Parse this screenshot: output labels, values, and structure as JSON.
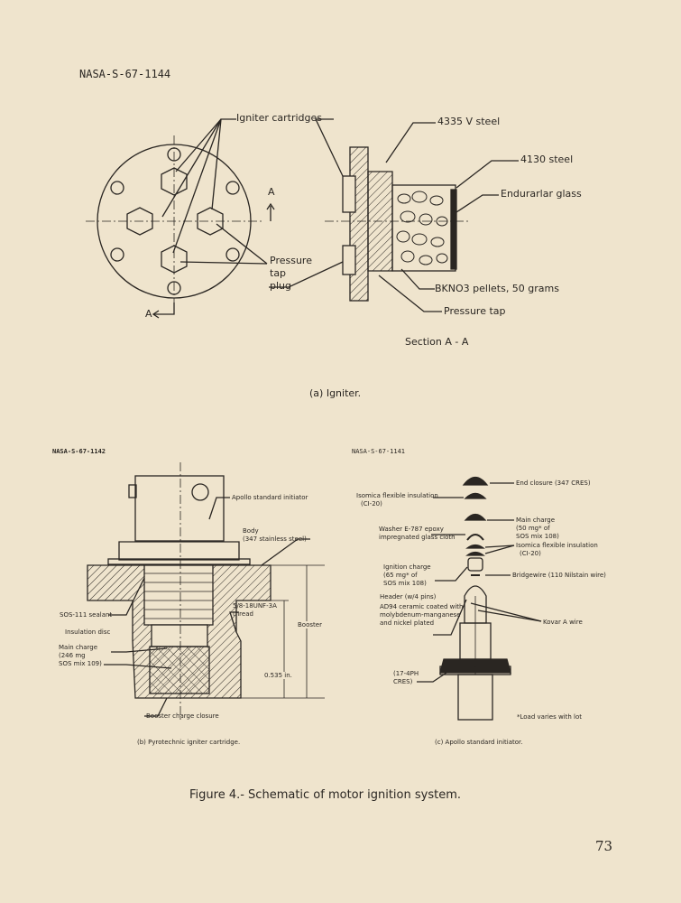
{
  "header": {
    "report_id_top": "NASA-S-67-1144",
    "report_id_b": "NASA-S-67-1142",
    "report_id_c": "NASA-S-67-1141"
  },
  "igniter": {
    "labels": {
      "igniter_cartridges": "Igniter cartridges",
      "steel_4335": "4335 V steel",
      "steel_4130": "4130 steel",
      "glass": "Endurarlar glass",
      "section_a_top": "A",
      "section_a_bottom": "A",
      "pressure_tap_plug_1": "Pressure",
      "pressure_tap_plug_2": "tap",
      "pressure_tap_plug_3": "plug",
      "pellets": "BKNO3 pellets, 50 grams",
      "pressure_tap": "Pressure tap",
      "section": "Section A - A"
    },
    "caption": "(a) Igniter."
  },
  "cartridge": {
    "labels": {
      "initiator": "Apollo standard initiator",
      "body_1": "Body",
      "body_2": "(347 stainless steel)",
      "sealant": "SOS-111 sealant",
      "thread_1": "5/8-18UNF-3A",
      "thread_2": "thread",
      "booster": "Booster",
      "insulation": "Insulation disc",
      "main_1": "Main charge",
      "main_2": "(246 mg",
      "main_3": "SOS mix 109)",
      "dimension": "0.535 in.",
      "closure": "Booster charge closure"
    },
    "caption": "(b) Pyrotechnic igniter cartridge."
  },
  "initiator": {
    "labels": {
      "end_closure": "End closure (347 CRES)",
      "isomica_1a": "Isomica flexible insulation",
      "isomica_1b": "(CI-20)",
      "main_1": "Main charge",
      "main_2": "(50 mg* of",
      "main_3": "SOS mix 108)",
      "washer_1": "Washer E-787 epoxy",
      "washer_2": "impregnated glass cloth",
      "isomica_2a": "Isomica flexible insulation",
      "isomica_2b": "(CI-20)",
      "ignition_1": "Ignition charge",
      "ignition_2": "(65 mg* of",
      "ignition_3": "SOS mix 108)",
      "bridgewire": "Bridgewire (110 Nilstain wire)",
      "header_1": "Header (w/4 pins)",
      "header_2": "AD94 ceramic coated with",
      "header_3": "molybdenum-manganese",
      "header_4": "and nickel plated",
      "kovar": "Kovar A wire",
      "cres_1": "(17-4PH",
      "cres_2": "CRES)",
      "note": "*Load varies with lot"
    },
    "caption": "(c) Apollo standard initiator."
  },
  "figure_caption": "Figure 4.- Schematic of motor ignition system.",
  "page_number": "73"
}
